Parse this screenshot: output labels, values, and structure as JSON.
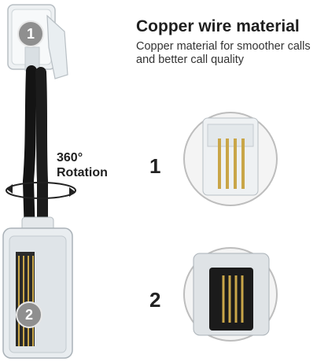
{
  "header": {
    "title": "Copper wire material",
    "subtitle_line1": "Copper material for smoother calls",
    "subtitle_line2": "and better call quality"
  },
  "rotation": {
    "degrees": "360°",
    "label": "Rotation"
  },
  "callouts": {
    "one": "1",
    "two": "2"
  },
  "badges": {
    "one": "1",
    "two": "2"
  },
  "colors": {
    "cable": "#141414",
    "contact_gold": "#c9a648",
    "circle_border": "#bdbdbd",
    "badge_gray": "#8f8f8f"
  }
}
